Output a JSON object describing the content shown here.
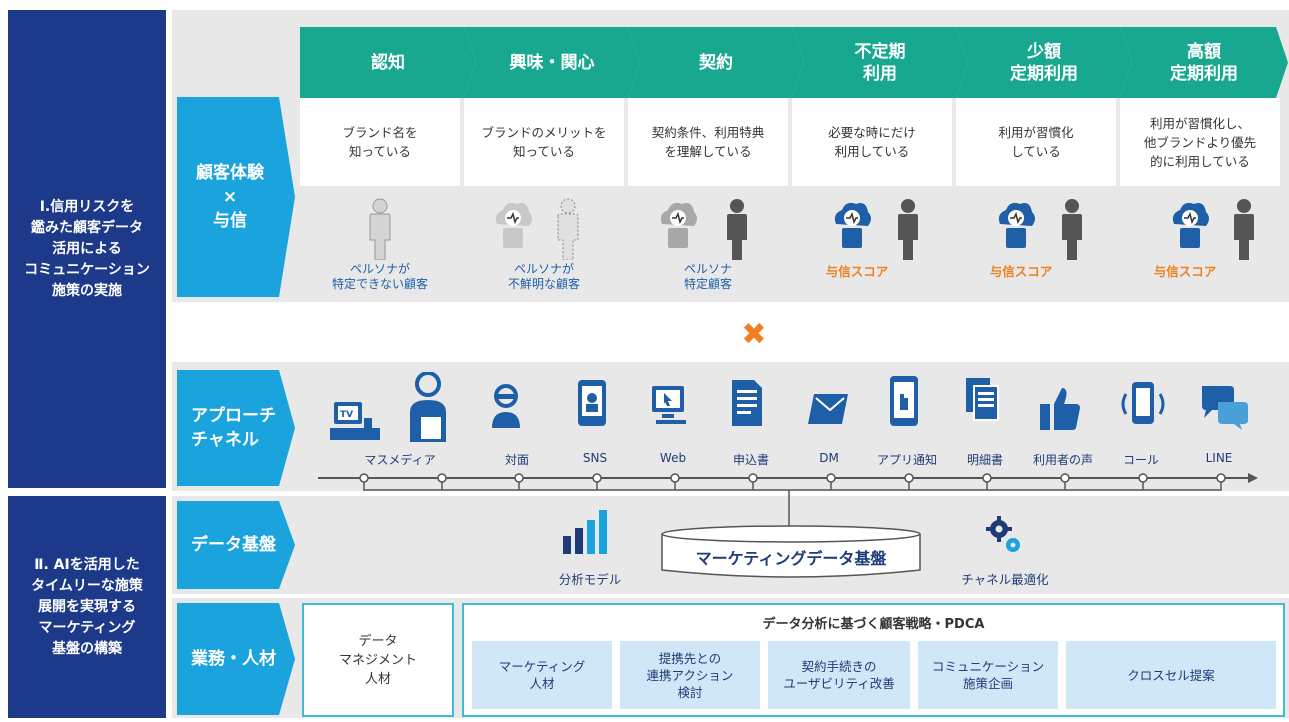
{
  "left_section_1": "Ⅰ.信用リスクを\n鑑みた顧客データ\n活用による\nコミュニケーション\n施策の実施",
  "left_section_2": "Ⅱ. AIを活用した\nタイムリーな施策\n展開を実現する\nマーケティング\n基盤の構築",
  "row_labels": {
    "customer": "顧客体験\n×\n与信",
    "approach": "アプローチ\nチャネル",
    "data": "データ基盤",
    "business": "業務・人材"
  },
  "stages": [
    {
      "title": "認知",
      "desc": "ブランド名を\n知っている"
    },
    {
      "title": "興味・関心",
      "desc": "ブランドのメリットを\n知っている"
    },
    {
      "title": "契約",
      "desc": "契約条件、利用特典\nを理解している"
    },
    {
      "title": "不定期\n利用",
      "desc": "必要な時にだけ\n利用している"
    },
    {
      "title": "少額\n定期利用",
      "desc": "利用が習慣化\nしている"
    },
    {
      "title": "高額\n定期利用",
      "desc": "利用が習慣化し、\n他ブランドより優先\n的に利用している"
    }
  ],
  "persona_captions": [
    "ペルソナが\n特定できない顧客",
    "ペルソナが\n不鮮明な顧客",
    "ペルソナ\n特定顧客",
    "与信スコア",
    "与信スコア",
    "与信スコア"
  ],
  "cross_symbol": "✖",
  "channels": [
    "マスメディア",
    "対面",
    "SNS",
    "Web",
    "申込書",
    "DM",
    "アプリ通知",
    "明細書",
    "利用者の声",
    "コール",
    "LINE"
  ],
  "tv_text": "TV",
  "data_platform": {
    "analysis_model": "分析モデル",
    "core": "マーケティングデータ基盤",
    "channel_opt": "チャネル最適化"
  },
  "business": {
    "data_mgmt": "データ\nマネジメント\n人材",
    "pdca_title": "データ分析に基づく顧客戦略・PDCA",
    "items": [
      "マーケティング\n人材",
      "提携先との\n連携アクション\n検討",
      "契約手続きの\nユーザビリティ改善",
      "コミュニケーション\n施策企画",
      "クロスセル提案"
    ]
  },
  "colors": {
    "navy": "#1d3a8a",
    "blue": "#1aa3dc",
    "teal": "#18a88f",
    "orange": "#f07f1f",
    "gray": "#e8e8e8"
  }
}
